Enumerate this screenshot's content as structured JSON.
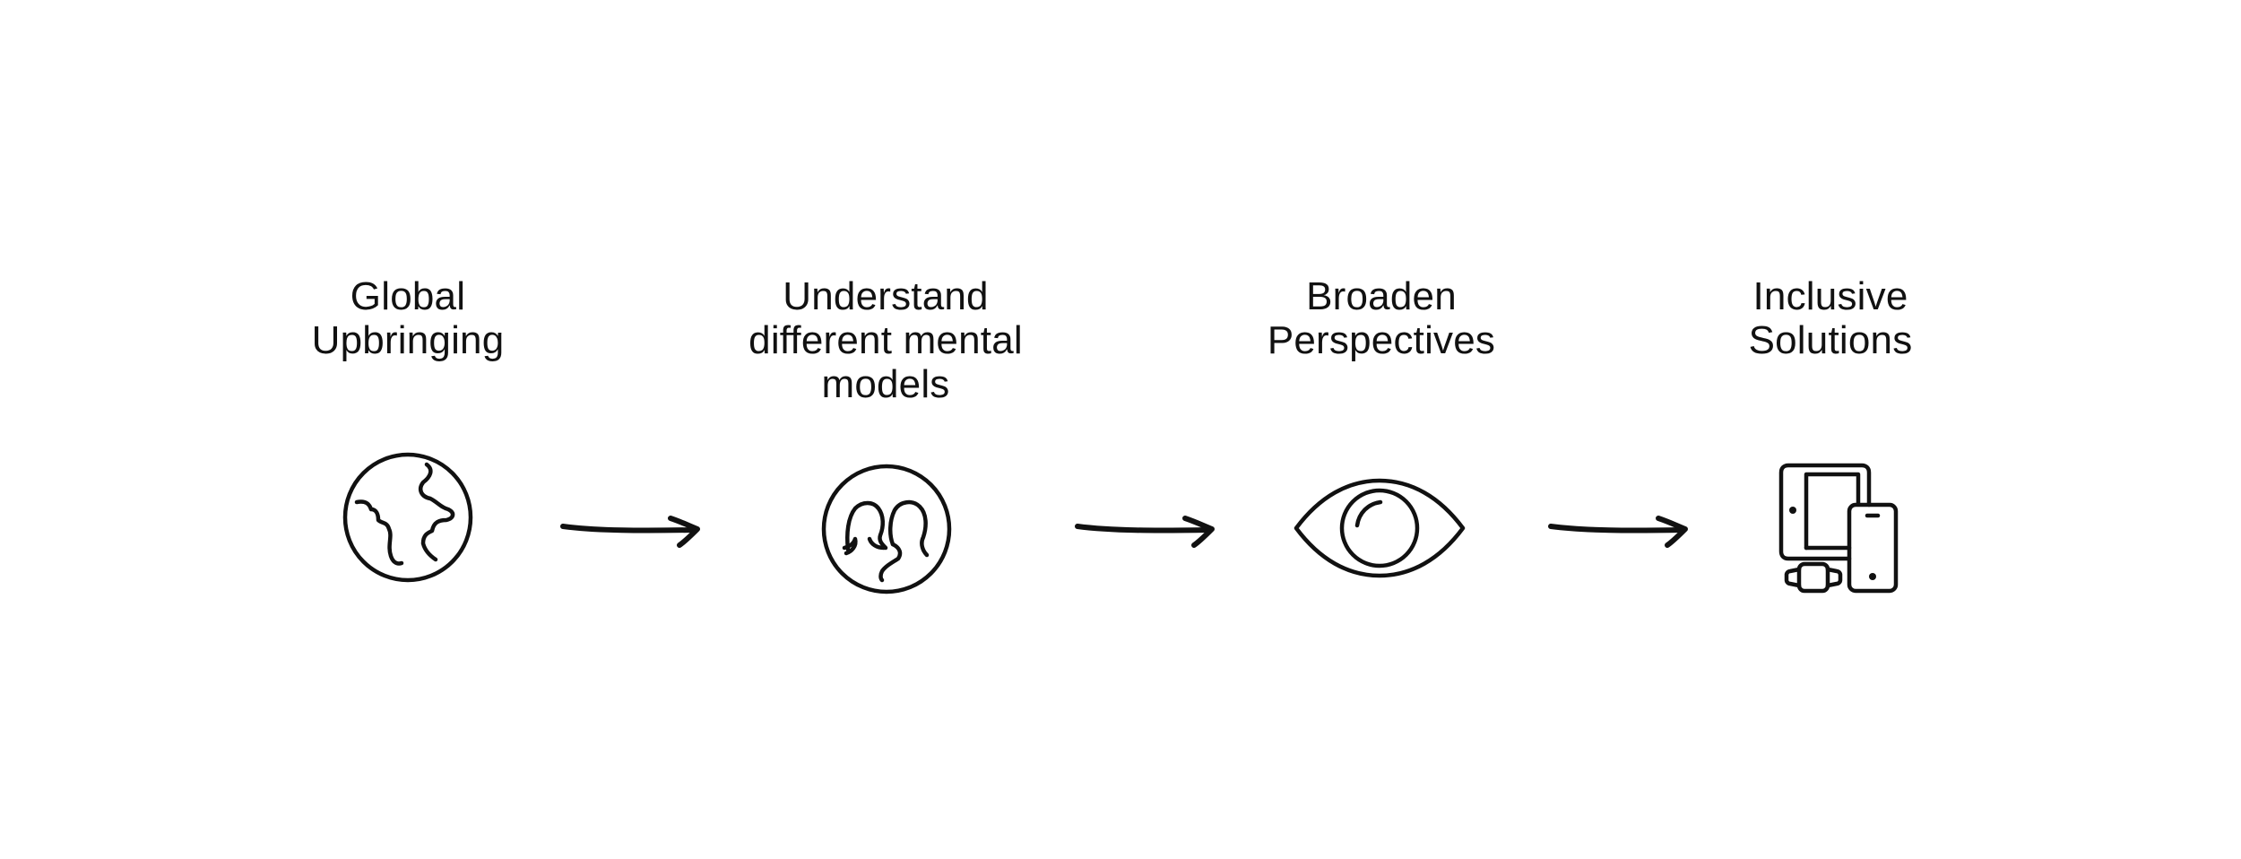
{
  "steps": [
    {
      "label": "Global\nUpbringing",
      "icon": "globe-icon"
    },
    {
      "label": "Understand\ndifferent mental\nmodels",
      "icon": "two-heads-icon"
    },
    {
      "label": "Broaden\nPerspectives",
      "icon": "eye-icon"
    },
    {
      "label": "Inclusive\nSolutions",
      "icon": "devices-icon"
    }
  ],
  "arrows": [
    "arrow-right-icon",
    "arrow-right-icon",
    "arrow-right-icon"
  ],
  "colors": {
    "ink": "#111111",
    "background": "#ffffff"
  }
}
